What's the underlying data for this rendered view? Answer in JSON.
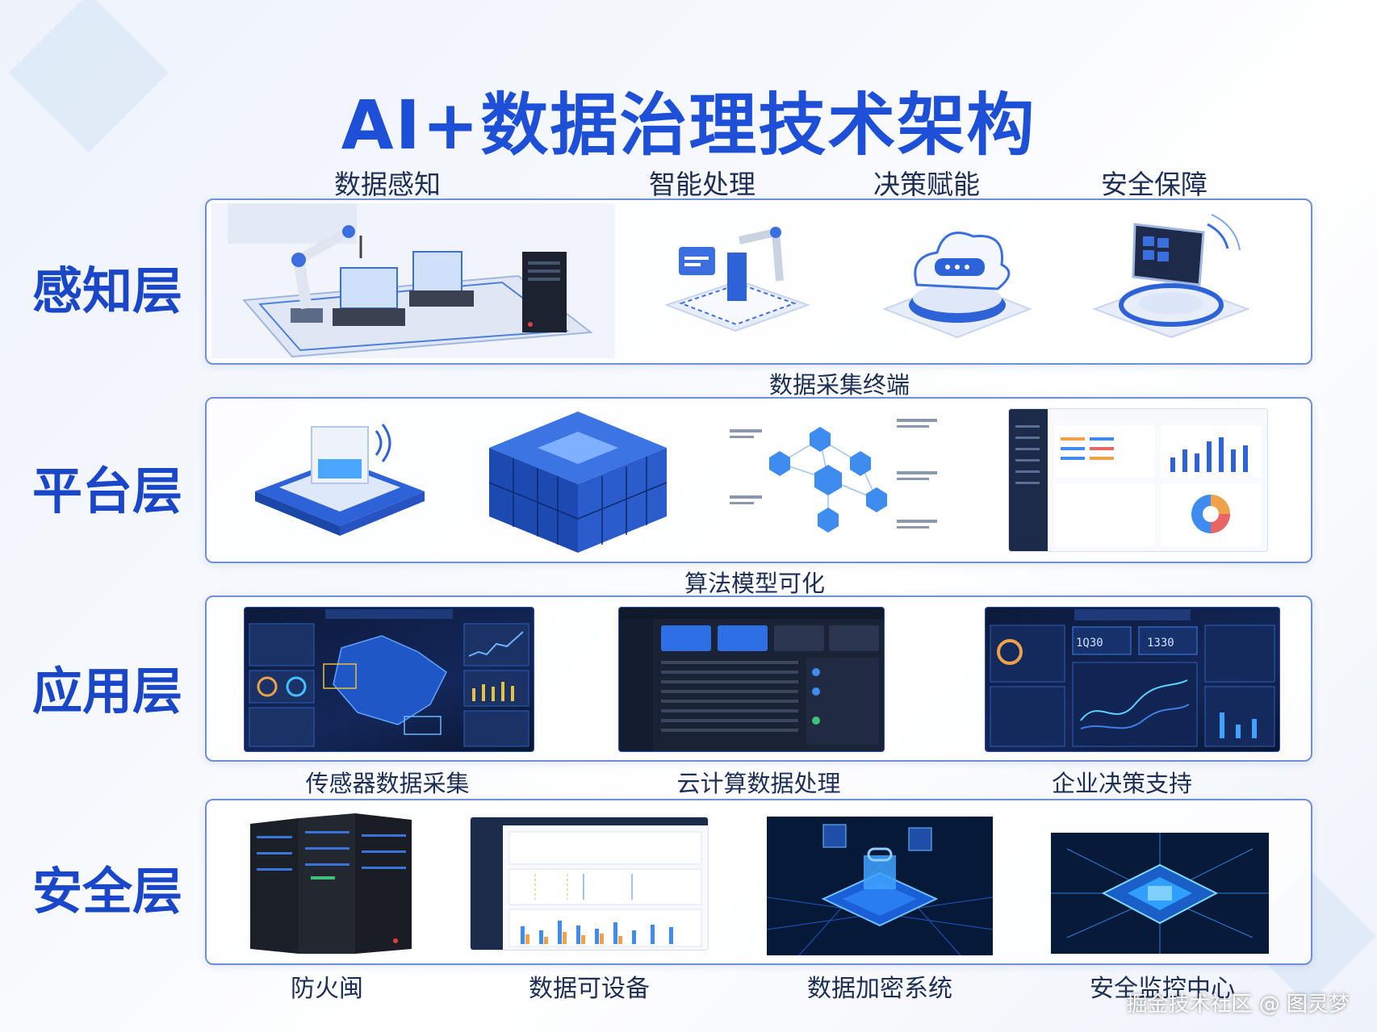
{
  "title": "AI+数据治理技术架构",
  "top_headers": [
    "数据感知",
    "智能处理",
    "决策赋能",
    "安全保障"
  ],
  "layers": [
    {
      "label": "感知层"
    },
    {
      "label": "平台层"
    },
    {
      "label": "应用层"
    },
    {
      "label": "安全层"
    }
  ],
  "captions": {
    "perception": "数据采集终端",
    "platform": "算法模型可化",
    "application": [
      "传感器数据采集",
      "云计算数据处理",
      "企业决策支持"
    ],
    "security": [
      "防火闽",
      "数据可设备",
      "数据加密系统",
      "安全监控中心"
    ]
  },
  "dashboard_values": [
    "1Q30",
    "1330"
  ],
  "watermark": "掘金技术社区 @ 图灵梦",
  "colors": {
    "accent": "#1d4fd7",
    "panel_border": "#6f8fd8",
    "dark_bg": "#0c1a3a"
  }
}
